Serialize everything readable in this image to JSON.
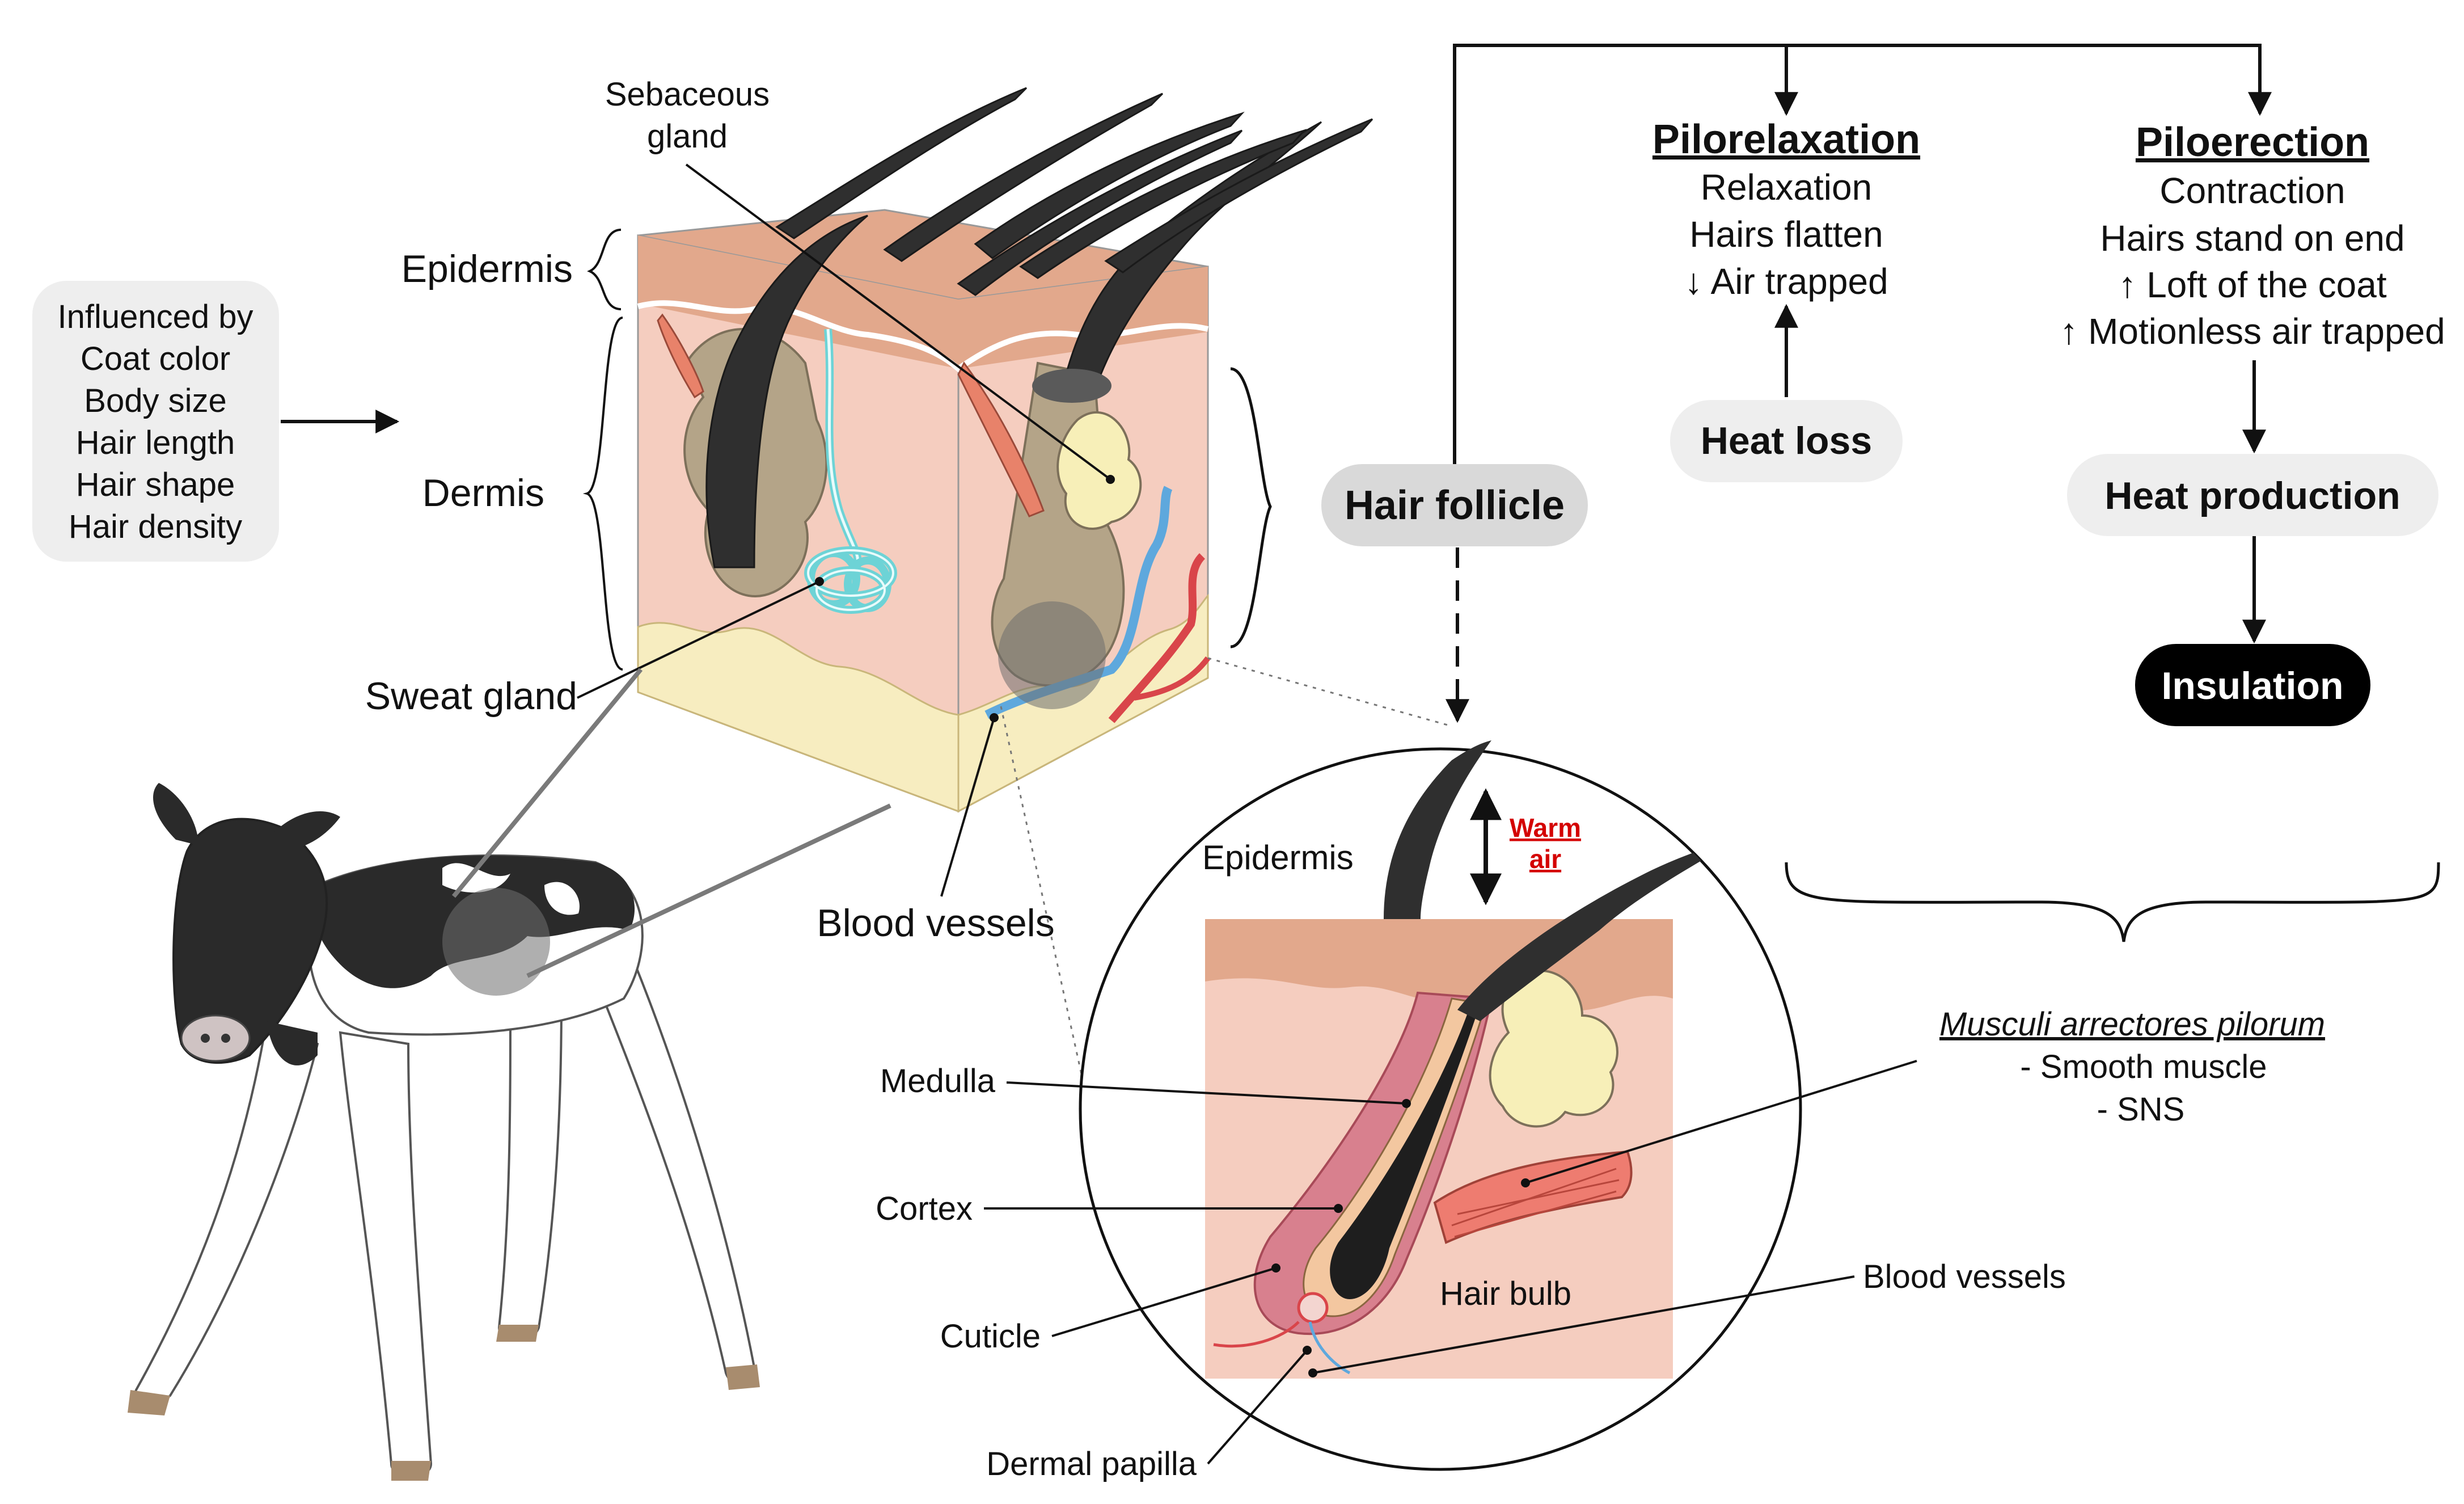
{
  "influence_box": {
    "lines": [
      "Influenced by",
      "Coat color",
      "Body size",
      "Hair length",
      "Hair shape",
      "Hair density"
    ]
  },
  "skin_block": {
    "sebaceous_gland": [
      "Sebaceous",
      "gland"
    ],
    "epidermis": "Epidermis",
    "dermis": "Dermis",
    "sweat_gland": "Sweat gland",
    "blood_vessels": "Blood vessels"
  },
  "hair_follicle_node": "Hair follicle",
  "pilorelaxation": {
    "title": "Pilorelaxation",
    "lines": [
      "Relaxation",
      "Hairs flatten",
      "↓ Air trapped"
    ],
    "outcome": "Heat loss"
  },
  "piloerection": {
    "title": "Piloerection",
    "lines": [
      "Contraction",
      "Hairs stand on end",
      "↑ Loft of the coat",
      "↑ Motionless air trapped"
    ],
    "outcome": "Heat production",
    "result": "Insulation"
  },
  "follicle_detail": {
    "epidermis": "Epidermis",
    "warm_air": [
      "Warm",
      "air"
    ],
    "medulla": "Medulla",
    "cortex": "Cortex",
    "cuticle": "Cuticle",
    "dermal_papilla": "Dermal papilla",
    "hair_bulb": "Hair bulb",
    "blood_vessels": "Blood vessels"
  },
  "muscle_note": {
    "title": "Musculi arrectores pilorum",
    "lines": [
      "- Smooth muscle",
      "- SNS"
    ]
  },
  "colors": {
    "accent_red": "#d40000",
    "node_gray": "#d9d9d9",
    "node_light": "#eeeeee",
    "node_black": "#000000",
    "skin_pink": "#f5cdbf",
    "epidermis_tan": "#e2a88c",
    "fat_yellow": "#f7edc0",
    "hair_dark": "#2f2f2f"
  }
}
